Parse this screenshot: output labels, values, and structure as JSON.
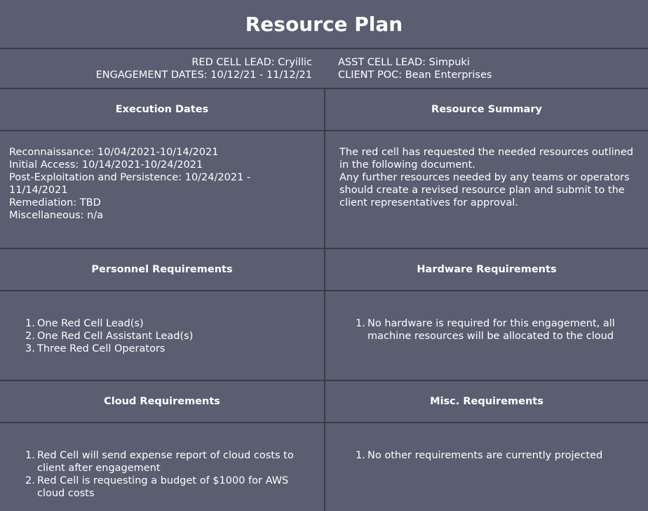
{
  "title": "Resource Plan",
  "header_info": {
    "red_cell_lead": "RED CELL LEAD: Cryillic",
    "engagement_dates": "ENGAGEMENT DATES: 10/12/21 - 11/12/21",
    "asst_cell_lead": "ASST CELL LEAD: Simpuki",
    "client_poc": "CLIENT POC: Bean Enterprises"
  },
  "execution_dates": {
    "heading": "Execution Dates",
    "lines": [
      "Reconnaissance: 10/04/2021-10/14/2021",
      "Initial Access: 10/14/2021-10/24/2021",
      "Post-Exploitation and Persistence: 10/24/2021 - 11/14/2021",
      "Remediation: TBD",
      "Miscellaneous: n/a"
    ]
  },
  "resource_summary": {
    "heading": "Resource Summary",
    "paragraphs": [
      "The red cell has requested the needed resources outlined in the following document.",
      "Any further resources needed by any teams or operators should create a revised resource plan and submit to the client representatives for approval."
    ]
  },
  "personnel_requirements": {
    "heading": "Personnel Requirements",
    "items": [
      "One Red Cell Lead(s)",
      "One Red Cell Assistant Lead(s)",
      "Three Red Cell Operators"
    ]
  },
  "hardware_requirements": {
    "heading": "Hardware Requirements",
    "items": [
      "No hardware is required for this engagement, all machine resources will be allocated to the cloud"
    ]
  },
  "cloud_requirements": {
    "heading": "Cloud Requirements",
    "items": [
      "Red Cell will send expense report of cloud costs to client after engagement",
      "Red Cell is requesting a budget of $1000 for AWS cloud costs"
    ]
  },
  "misc_requirements": {
    "heading": "Misc. Requirements",
    "items": [
      "No other requirements are currently projected"
    ]
  },
  "colors": {
    "background": "#5a5e70",
    "border": "#3a3c48",
    "text": "#ffffff"
  }
}
